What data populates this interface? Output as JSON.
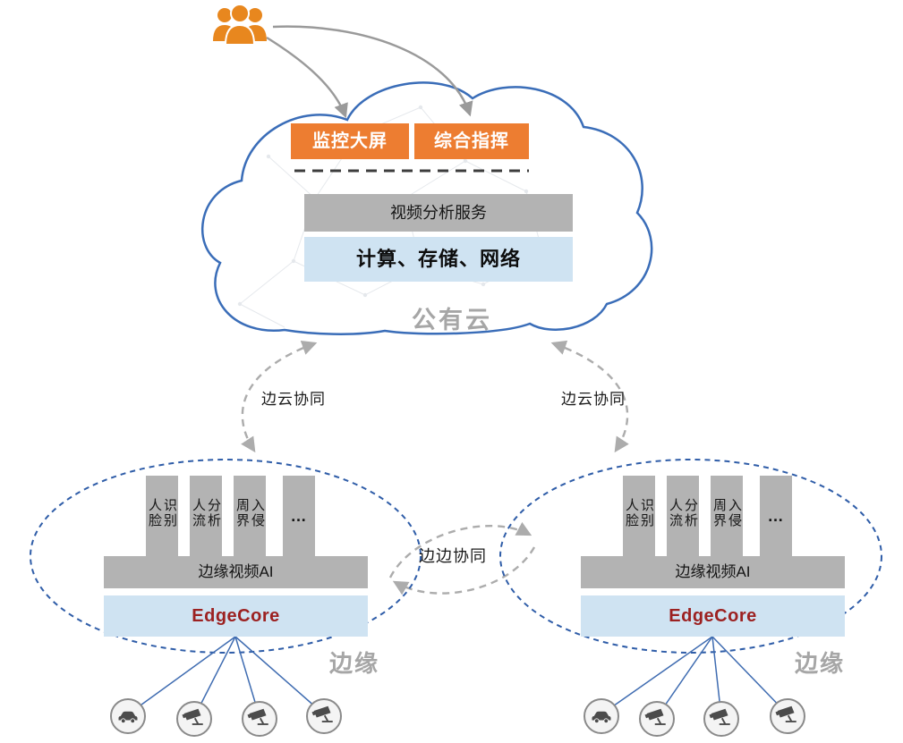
{
  "header": {
    "users_icon": "users-group-icon",
    "monitor_box": "监控大屏",
    "command_box": "综合指挥"
  },
  "cloud": {
    "service_bar": "视频分析服务",
    "infra_bar": "计算、存储、网络",
    "label": "公有云"
  },
  "links": {
    "left_cloud_edge": "边云协同",
    "right_cloud_edge": "边云协同",
    "edge_edge": "边边协同"
  },
  "edge_left": {
    "apps": [
      "人脸识别",
      "人流分析",
      "周界入侵",
      "…"
    ],
    "ai_bar": "边缘视频AI",
    "core_bar": "EdgeCore",
    "label": "边缘",
    "devices": [
      "car-icon",
      "cctv-camera-icon",
      "cctv-camera-icon",
      "cctv-camera-icon"
    ]
  },
  "edge_right": {
    "apps": [
      "人脸识别",
      "人流分析",
      "周界入侵",
      "…"
    ],
    "ai_bar": "边缘视频AI",
    "core_bar": "EdgeCore",
    "label": "边缘",
    "devices": [
      "car-icon",
      "cctv-camera-icon",
      "cctv-camera-icon",
      "cctv-camera-icon"
    ]
  },
  "colors": {
    "orange": "#ED7D31",
    "gray_bar": "#B3B3B3",
    "light_blue_bar": "#CFE3F2",
    "cloud_stroke": "#3A6DB8",
    "edge_ellipse_stroke": "#2F5DA8",
    "arrow_gray": "#9A9A9A",
    "dashed_arrow_gray": "#B0B0B0",
    "edgecore_text": "#9C2121",
    "zone_label_gray": "#A6A6A6",
    "device_line_blue": "#3F6CB1"
  }
}
